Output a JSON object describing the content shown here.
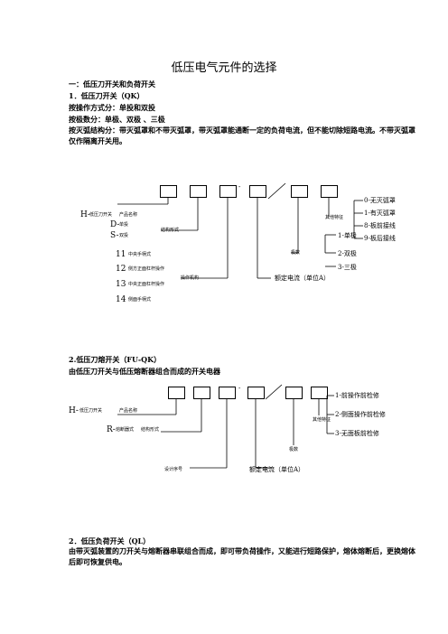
{
  "doc": {
    "title": "低压电气元件的选择",
    "s1_heading": "一：低压刀开关和负荷开关",
    "s1_sub": "1．低压刀开关（QK）",
    "s1_op": "按操作方式分：单投和双投",
    "s1_poles": "按极数分：单极、双极 、三极",
    "s1_arc": "按灭弧结构分：带灭弧罩和不带灭弧罩，带灭弧罩能通断一定的负荷电流，但不能切除短路电流。不带灭弧罩仅作隔离开关用。",
    "s2_heading": "2.低压刀熔开关（FU-QK）",
    "s2_desc": "由低压刀开关与低压熔断器组合而成的开关电器",
    "s3_heading": "2．低压负荷开关（QL）",
    "s3_desc": "由带灭弧装置的刀开关与熔断器串联组合而成，即可带负荷操作，又能进行短路保护，熔体熔断后，更换熔体后即可恢复供电。"
  },
  "diagram1": {
    "dash": "-",
    "slash": "/",
    "left_labels": [
      "H-",
      "D-",
      "S-"
    ],
    "left_texts": [
      "低压刀开关",
      "单投",
      "双投"
    ],
    "product_label": "产品名称",
    "class_label": "结构形式",
    "mech_items": [
      {
        "num": "11",
        "text": "中央手柄式"
      },
      {
        "num": "12",
        "text": "侧方正面杠杆操作"
      },
      {
        "num": "13",
        "text": "中央正面杠杆操作"
      },
      {
        "num": "14",
        "text": "侧面手柄式"
      }
    ],
    "mech_label": "操作机构",
    "current_label": "额定电流（单位A）",
    "pole_label": "极数",
    "pole_items": [
      "1-单极",
      "2-双极",
      "3-三极"
    ],
    "other_label": "其他特征",
    "other_items": [
      "0-无灭弧罩",
      "1-有灭弧罩",
      "8-板前接线",
      "9-板后接线"
    ]
  },
  "diagram2": {
    "dash": "-",
    "slash": "/",
    "left_label": "H-",
    "left_text": "低压刀开关",
    "product_label": "产品名称",
    "r_label": "R-",
    "r_text": "熔断器式",
    "class_label": "结构形式",
    "design_label": "设计序号",
    "current_label": "额定电流（单位A）",
    "pole_label": "极数",
    "other_label": "其他特征",
    "other_items": [
      "1-前操作前检修",
      "2-侧面操作前检修",
      "3-无面板前检修"
    ]
  }
}
